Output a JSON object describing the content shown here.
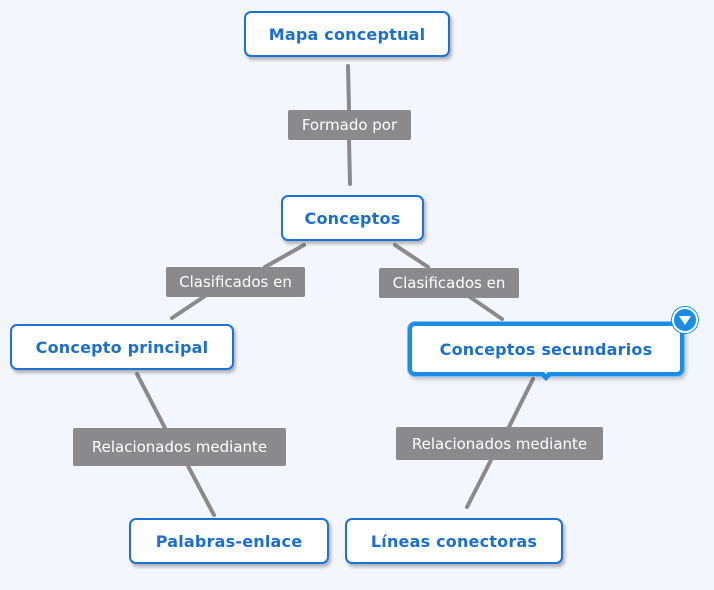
{
  "diagram": {
    "nodes": {
      "root": "Mapa conceptual",
      "concepts": "Conceptos",
      "main": "Concepto principal",
      "secondary": "Conceptos secundarios",
      "link_words": "Palabras-enlace",
      "connectors": "Líneas conectoras"
    },
    "links": {
      "formed_by": "Formado por",
      "classified_left": "Clasificados en",
      "classified_right": "Clasificados en",
      "related_left": "Relacionados mediante",
      "related_right": "Relacionados mediante"
    },
    "selected_node": "secondary",
    "toggle_icon": "triangle-down-icon"
  },
  "colors": {
    "background": "#f4f6fd",
    "node_border": "#1a73d9",
    "node_text": "#1a6fd0",
    "selected_border": "#1a8de9",
    "link_label_bg": "#8a8a8c",
    "link_line": "#8a8a8c"
  }
}
